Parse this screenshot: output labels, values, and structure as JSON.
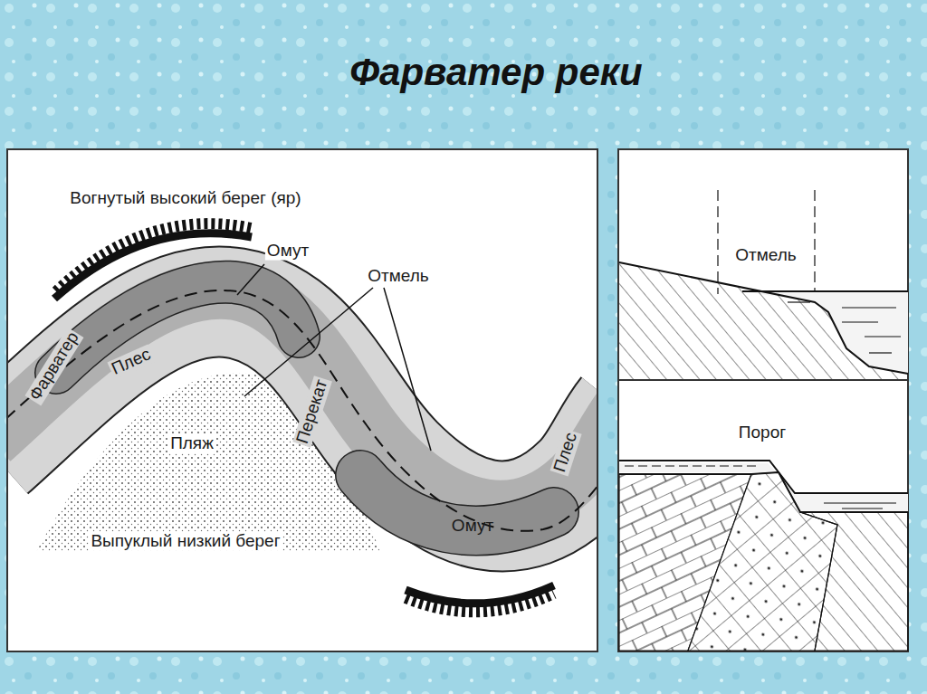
{
  "diagram": {
    "title": "Фарватер реки",
    "labels": [
      "Вогнутый высокий берег (яр)",
      "Омут",
      "Отмель",
      "Фарватер",
      "Плес",
      "Перекат",
      "Пляж",
      "Омут",
      "Плес",
      "Выпуклый низкий берег",
      "Отмель",
      "Порог"
    ]
  }
}
